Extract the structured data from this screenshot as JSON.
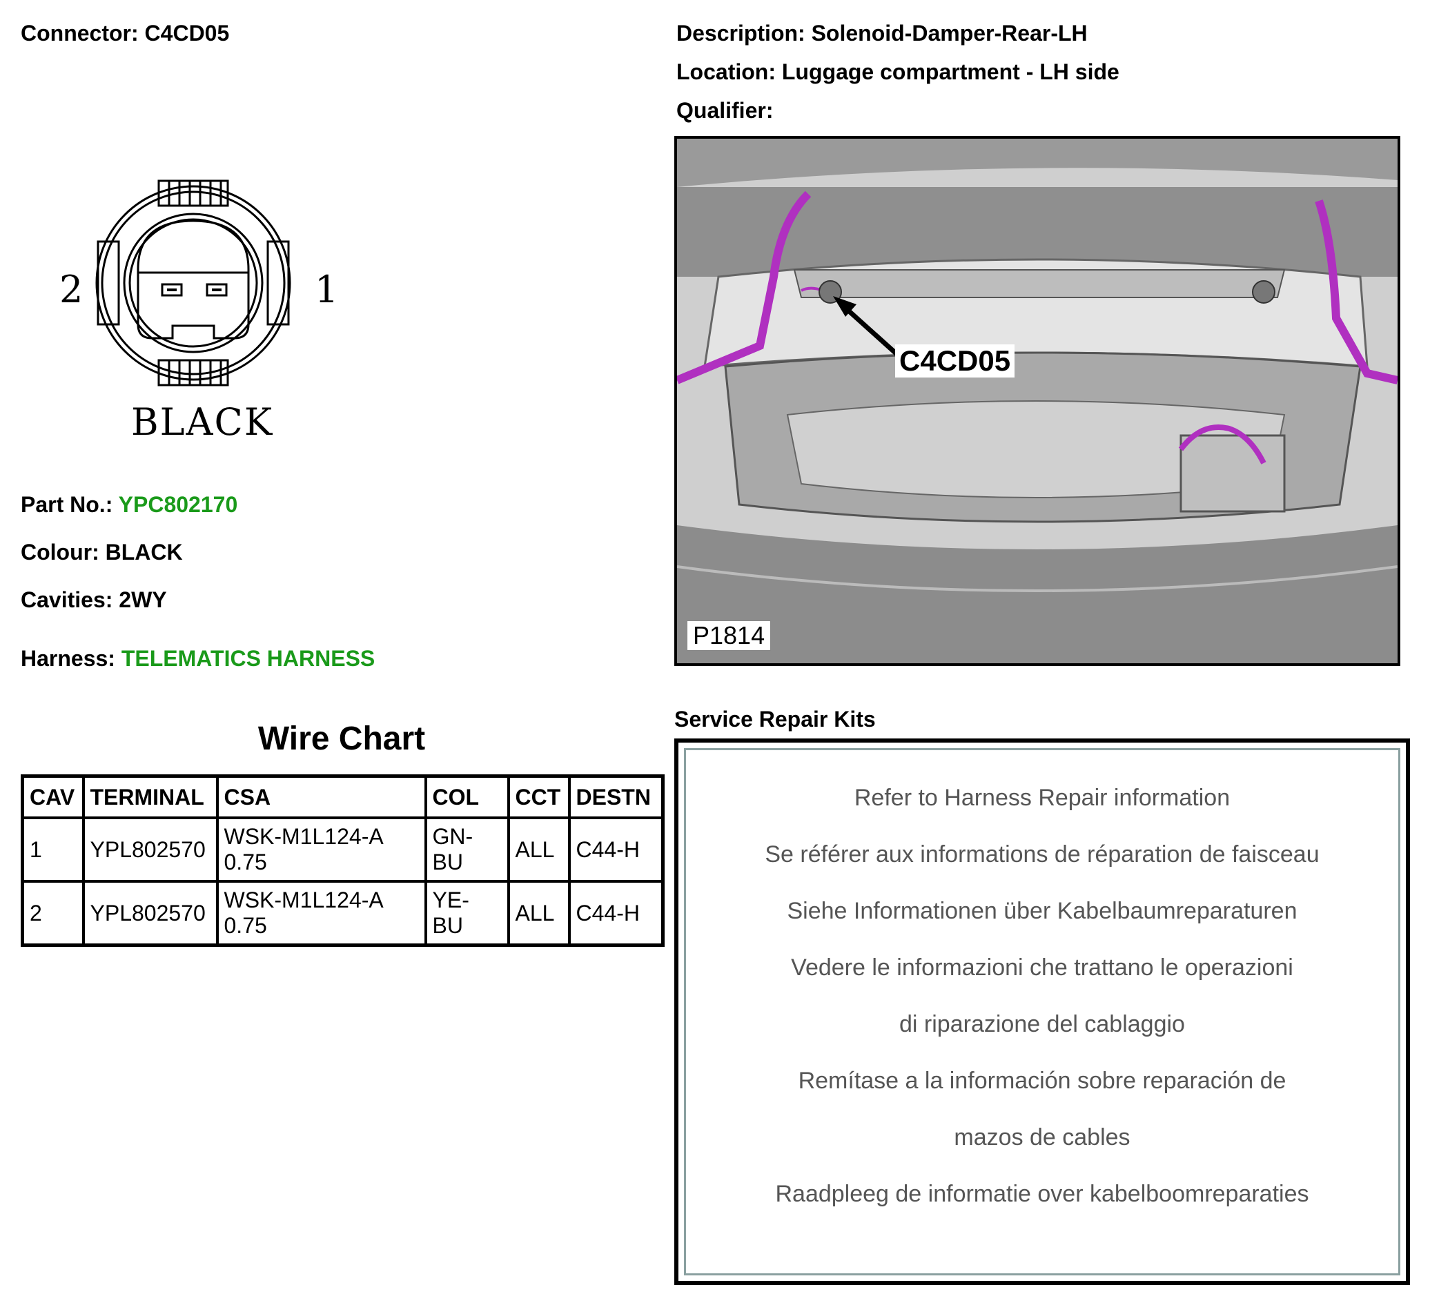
{
  "connector": {
    "label": "Connector:",
    "id": "C4CD05",
    "pin_left": "2",
    "pin_right": "1",
    "housing_colour": "BLACK"
  },
  "header": {
    "description_label": "Description:",
    "description": "Solenoid-Damper-Rear-LH",
    "location_label": "Location:",
    "location": "Luggage compartment - LH side",
    "qualifier_label": "Qualifier:",
    "qualifier": ""
  },
  "details": {
    "part_no_label": "Part No.:",
    "part_no": "YPC802170",
    "colour_label": "Colour:",
    "colour": "BLACK",
    "cavities_label": "Cavities:",
    "cavities": "2WY",
    "harness_label": "Harness:",
    "harness": "TELEMATICS HARNESS"
  },
  "wire_chart": {
    "title": "Wire Chart",
    "columns": [
      "CAV",
      "TERMINAL",
      "CSA",
      "COL",
      "CCT",
      "DESTN"
    ],
    "rows": [
      {
        "cav": "1",
        "terminal": "YPL802570",
        "csa_spec": "WSK-M1L124-A",
        "csa_size": "0.75",
        "col_a": "GN-",
        "col_b": "BU",
        "cct": "ALL",
        "destn": "C44-H"
      },
      {
        "cav": "2",
        "terminal": "YPL802570",
        "csa_spec": "WSK-M1L124-A",
        "csa_size": "0.75",
        "col_a": "YE-",
        "col_b": "BU",
        "cct": "ALL",
        "destn": "C44-H"
      }
    ]
  },
  "photo": {
    "callout": "C4CD05",
    "reference": "P1814"
  },
  "repair_kits": {
    "title": "Service Repair Kits",
    "lines": [
      "Refer to Harness Repair information",
      "Se référer aux informations de réparation de faisceau",
      "Siehe Informationen über Kabelbaumreparaturen",
      "Vedere le informazioni che trattano le operazioni",
      "di riparazione del cablaggio",
      "Remítase a la información sobre reparación de",
      "mazos de cables",
      "Raadpleeg de informatie over kabelboomreparaties"
    ]
  },
  "colors": {
    "green_text": "#1a9a1a",
    "harness_highlight": "#b030c0"
  }
}
